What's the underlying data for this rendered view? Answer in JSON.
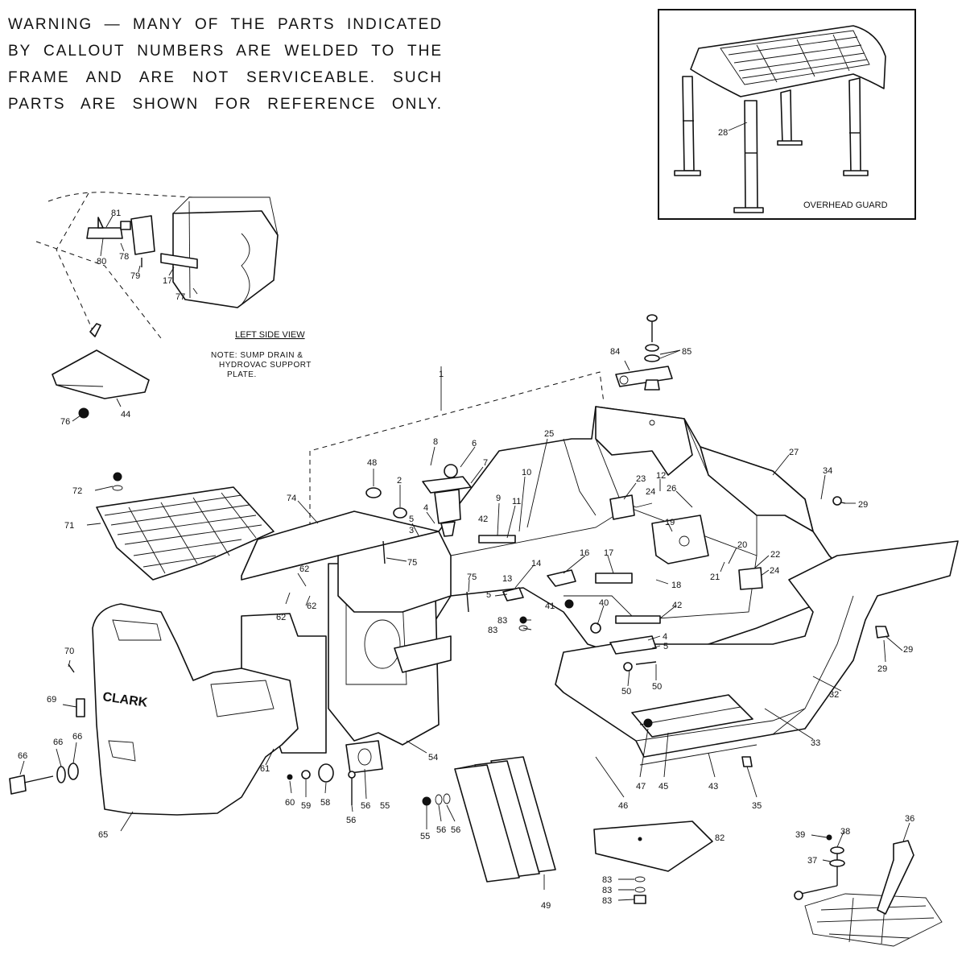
{
  "warning_text": "WARNING — MANY OF THE PARTS INDICATED BY CALLOUT NUMBERS ARE WELDED TO THE FRAME AND ARE NOT SERVICEABLE. SUCH PARTS ARE SHOWN FOR REFERENCE ONLY.",
  "inset_overhead_guard": {
    "caption": "OVERHEAD GUARD",
    "part_label": "28"
  },
  "left_side_view": {
    "title": "LEFT SIDE VIEW",
    "note_lines": [
      "NOTE: SUMP DRAIN &",
      "HYDROVAC SUPPORT",
      "PLATE."
    ]
  },
  "counterweight_logo": "CLARK",
  "callouts": {
    "top_left": [
      "81",
      "80",
      "78",
      "79",
      "17",
      "77",
      "44",
      "76"
    ],
    "center": [
      "1",
      "84",
      "85",
      "48",
      "8",
      "6",
      "7",
      "25",
      "10",
      "2",
      "4",
      "5",
      "9",
      "11",
      "42",
      "3",
      "74",
      "75",
      "72",
      "71",
      "62",
      "62",
      "62",
      "23",
      "12",
      "26",
      "24",
      "27",
      "34",
      "29",
      "19",
      "20",
      "21",
      "22",
      "24",
      "18",
      "17",
      "16",
      "14",
      "13",
      "5",
      "75",
      "41",
      "40",
      "42",
      "83",
      "83",
      "4",
      "5",
      "50",
      "50",
      "29",
      "29",
      "32",
      "33",
      "70",
      "69",
      "66",
      "66",
      "66",
      "61",
      "54",
      "60",
      "59",
      "58",
      "56",
      "55",
      "56",
      "55",
      "56",
      "56",
      "65",
      "47",
      "45",
      "43",
      "46",
      "35",
      "49",
      "82",
      "83",
      "83",
      "83"
    ],
    "bottom_right": [
      "39",
      "38",
      "37",
      "36"
    ]
  }
}
